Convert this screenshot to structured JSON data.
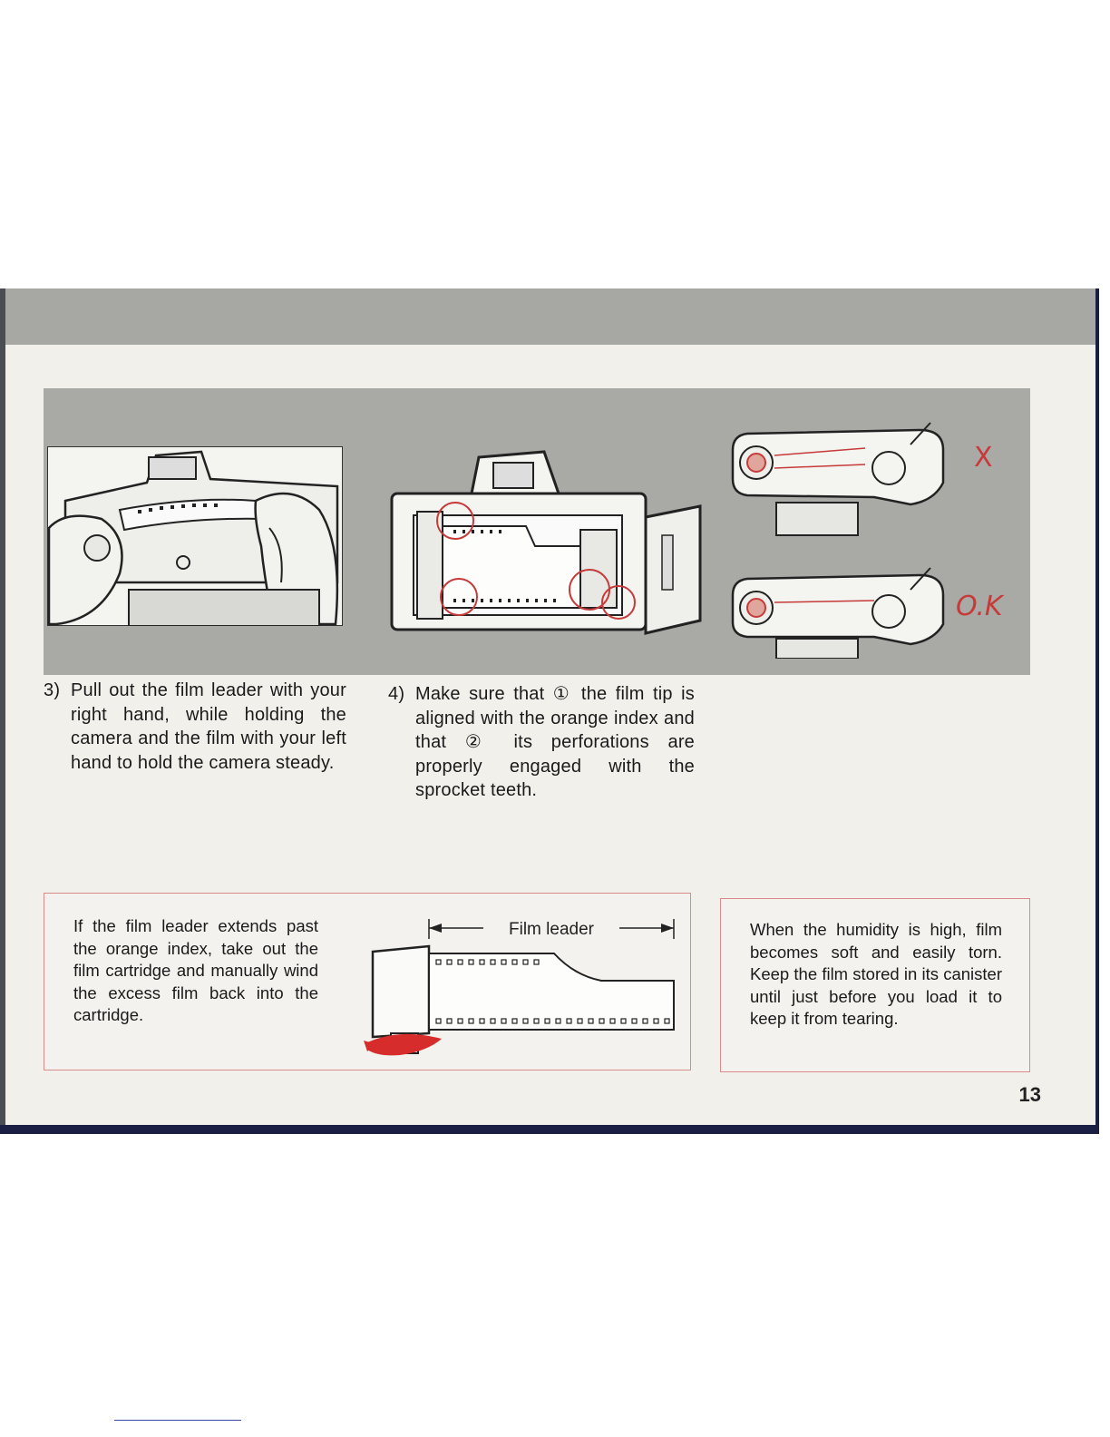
{
  "figures": {
    "film_leader_label": "Film leader",
    "verdict_wrong": "X",
    "verdict_ok": "O.K"
  },
  "steps": [
    {
      "number": "3)",
      "text": "Pull out the film leader with your right hand, while holding the camera and the film with your left hand to hold the camera steady."
    },
    {
      "number": "4)",
      "text": "Make sure that ① the film tip is aligned with the orange index and that ② its perforations are properly engaged with the sprocket teeth."
    }
  ],
  "notes": {
    "film_leader": "If the film leader extends past the orange index, take out the film cartridge and manually wind the excess film back into the cartridge.",
    "humidity": "When the humidity is high, film becomes soft and easily torn. Keep the film stored in its canister until just before you load it to keep it from tearing."
  },
  "page_number": "13",
  "colors": {
    "panel_gray": "#a9aaa6",
    "paper": "#f1f0eb",
    "accent_red": "#c63a3a",
    "box_border": "#d98b8b"
  }
}
